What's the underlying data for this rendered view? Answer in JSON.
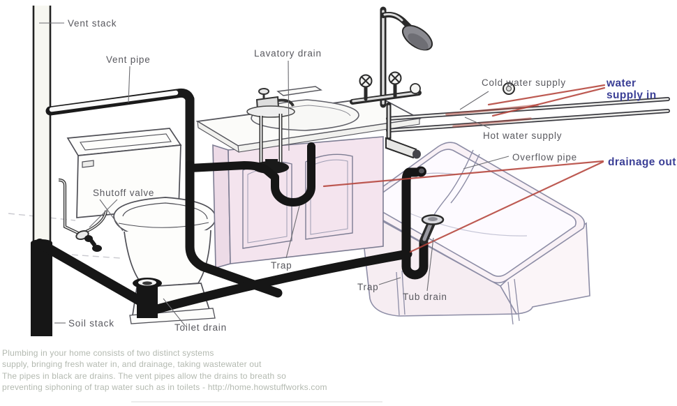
{
  "diagram": {
    "title": "Home plumbing supply and drainage diagram",
    "labels": {
      "vent_stack": "Vent stack",
      "vent_pipe": "Vent pipe",
      "lavatory_drain": "Lavatory drain",
      "cold_water_supply": "Cold water supply",
      "hot_water_supply": "Hot water supply",
      "overflow_pipe": "Overflow pipe",
      "shutoff_valve": "Shutoff valve",
      "sink_trap": "Trap",
      "tub_trap": "Trap",
      "tub_drain": "Tub drain",
      "soil_stack": "Soil stack",
      "toilet_drain": "Toilet drain"
    },
    "annotations": {
      "water_supply_line1": "water",
      "water_supply_line2": "supply in",
      "drainage_out": "drainage out"
    },
    "caption": [
      "Plumbing in your home consists of two distinct systems",
      "supply, bringing fresh water in, and drainage, taking wastewater out",
      "The pipes in black are drains. The vent pipes allow the drains to breath so",
      "preventing siphoning of trap water such as in toilets - http://home.howstuffworks.com"
    ],
    "colors": {
      "pipe_black": "#161616",
      "red_leader": "#b5443b",
      "annotation_navy": "#3b3f96",
      "label_gray": "#58585e",
      "fixture_outline": "#8d8da6",
      "cabinet_pink": "#f4e4ee",
      "caption_gray": "#b3b9b0"
    }
  }
}
